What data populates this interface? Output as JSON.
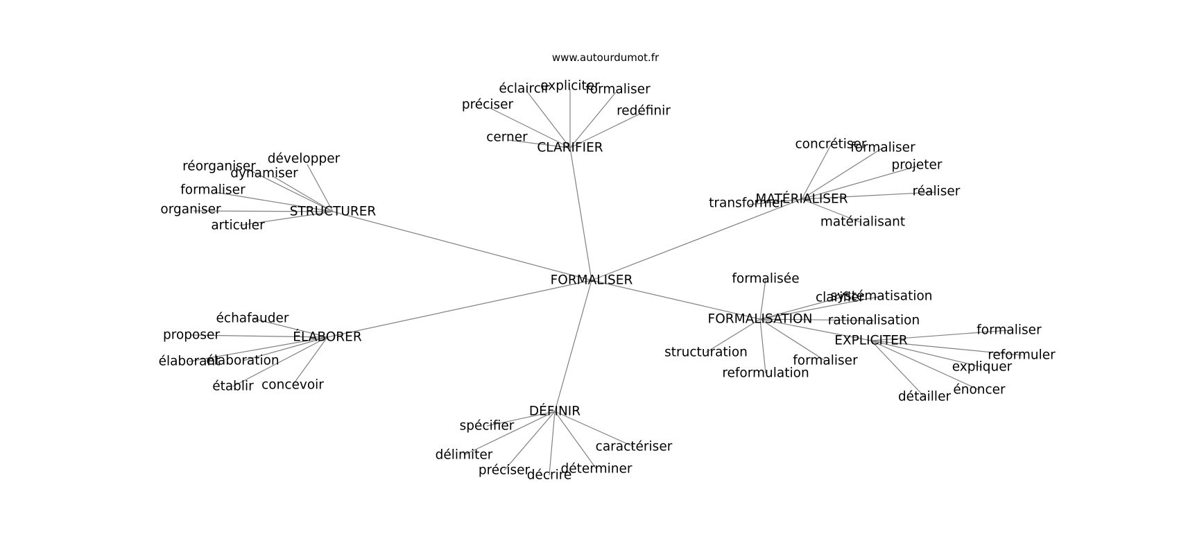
{
  "site": "www.autourdumot.fr",
  "graph": {
    "center": "FORMALISER",
    "hubs": [
      {
        "id": "clarifier",
        "label": "CLARIFIER",
        "leaves": [
          "cerner",
          "préciser",
          "éclaircir",
          "expliciter",
          "formaliser",
          "redéfinir"
        ]
      },
      {
        "id": "structurer",
        "label": "STRUCTURER",
        "leaves": [
          "développer",
          "réorganiser",
          "dynamiser",
          "formaliser",
          "organiser",
          "articuler"
        ]
      },
      {
        "id": "materialiser",
        "label": "MATÉRIALISER",
        "leaves": [
          "concrétiser",
          "formaliser",
          "projeter",
          "réaliser",
          "transformer",
          "matérialisant"
        ]
      },
      {
        "id": "formalisation",
        "label": "FORMALISATION",
        "leaves": [
          "formalisée",
          "clarifier",
          "systématisation",
          "rationalisation",
          "structuration",
          "reformulation",
          "formaliser"
        ]
      },
      {
        "id": "expliciter",
        "label": "EXPLICITER",
        "leaves": [
          "formaliser",
          "reformuler",
          "expliquer",
          "énoncer",
          "détailler"
        ]
      },
      {
        "id": "elaborer",
        "label": "ÉLABORER",
        "leaves": [
          "échafauder",
          "proposer",
          "élaborant",
          "élaboration",
          "établir",
          "concevoir"
        ]
      },
      {
        "id": "definir",
        "label": "DÉFINIR",
        "leaves": [
          "spécifier",
          "délimiter",
          "préciser",
          "décrire",
          "déterminer",
          "caractériser"
        ]
      }
    ]
  },
  "colors": {
    "edge": "#808080",
    "text": "#000000",
    "background": "#ffffff"
  }
}
